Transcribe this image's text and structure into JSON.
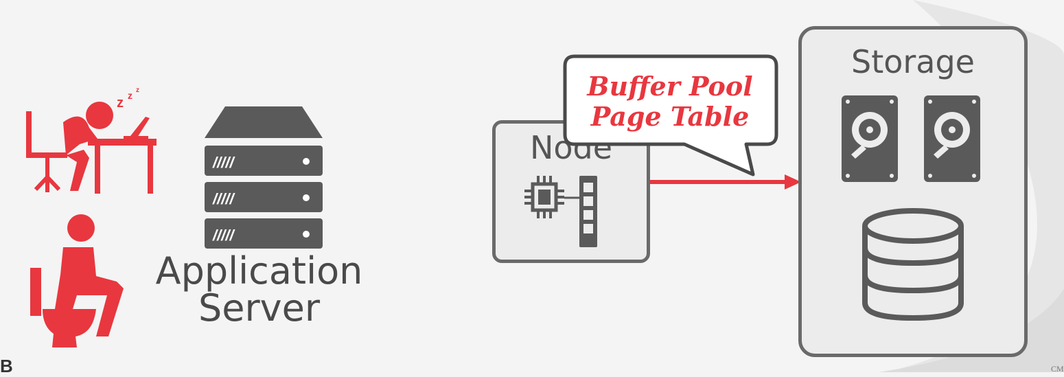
{
  "application_server": {
    "line1": "Application",
    "line2": "Server"
  },
  "node": {
    "title": "Node"
  },
  "storage": {
    "title": "Storage"
  },
  "callout": {
    "line1": "Buffer Pool",
    "line2": "Page Table"
  },
  "icons": {
    "sleeping_user": "sleeping-person-at-desk-icon",
    "toilet_user": "person-on-toilet-icon",
    "server": "server-rack-icon",
    "cpu": "cpu-chip-icon",
    "memory": "memory-module-icon",
    "disk": "hard-disk-icon",
    "database": "database-icon"
  },
  "colors": {
    "accent_red": "#e8373f",
    "dark_gray": "#5a5a5a",
    "box_border": "#6a6a6a"
  },
  "footer": {
    "left": "B",
    "right": "CM"
  }
}
